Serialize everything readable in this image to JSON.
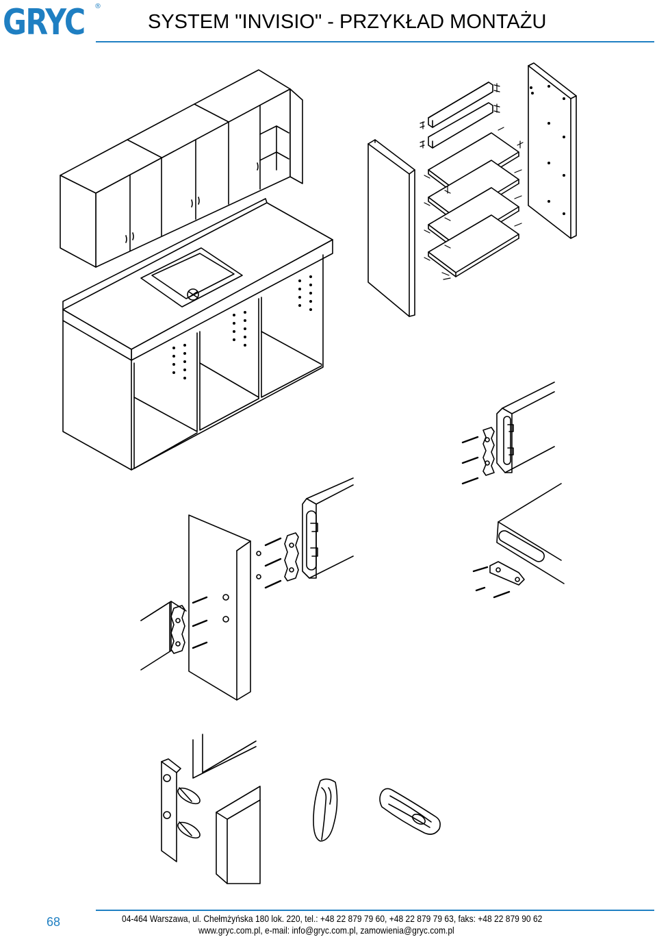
{
  "header": {
    "logo_text": "GRYC",
    "logo_registered": "®",
    "title": "SYSTEM \"INVISIO\" - PRZYKŁAD MONTAŻU"
  },
  "footer": {
    "page_number": "68",
    "address_line": "04-464 Warszawa, ul. Chełmżyńska 180 lok. 220, tel.: +48 22 879 79 60, +48 22 879 79 63, faks: +48 22 879 90 62",
    "contact_line": "www.gryc.com.pl, e-mail: info@gryc.com.pl, zamowienia@gryc.com.pl"
  },
  "colors": {
    "brand": "#1f7fc2",
    "line": "#000000"
  }
}
